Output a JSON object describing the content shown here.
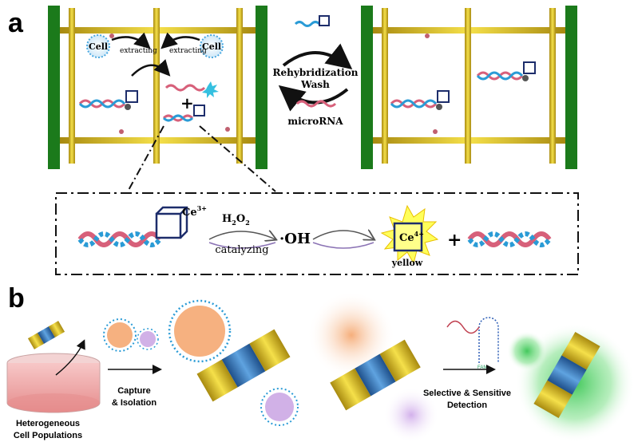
{
  "panels": {
    "a": {
      "letter": "a",
      "cell_label": "Cell",
      "extracting_label": "extracting",
      "rehybridization_label": "Rehybridization",
      "wash_label": "Wash",
      "microrna_label": "microRNA",
      "plus": "+",
      "reaction": {
        "ce3_label": "Ce",
        "ce3_sup": "3+",
        "h2o2_label": "H",
        "h2o2_sub1": "2",
        "h2o2_mid": "O",
        "h2o2_sub2": "2",
        "catalyzing_label": "catalyzing",
        "oh_label": "·OH",
        "ce4_label": "Ce",
        "ce4_sup": "4+",
        "yellow_label": "yellow",
        "plus": "+"
      }
    },
    "b": {
      "letter": "b",
      "heterogeneous_line1": "Heterogeneous",
      "heterogeneous_line2": "Cell Populations",
      "capture_line1": "Capture",
      "capture_line2": "& Isolation",
      "selective_line1": "Selective & Sensitive",
      "selective_line2": "Detection",
      "probe_label": "FAM"
    }
  },
  "colors": {
    "green_bar": "#1b7a1b",
    "gold": "#d8c21f",
    "pink_strand": "#d7607a",
    "blue_strand": "#2a9bd6",
    "cube": "#1d2d6b",
    "yellow_burst": "#ffff5a",
    "cell_blue": "#4aa8e0"
  }
}
